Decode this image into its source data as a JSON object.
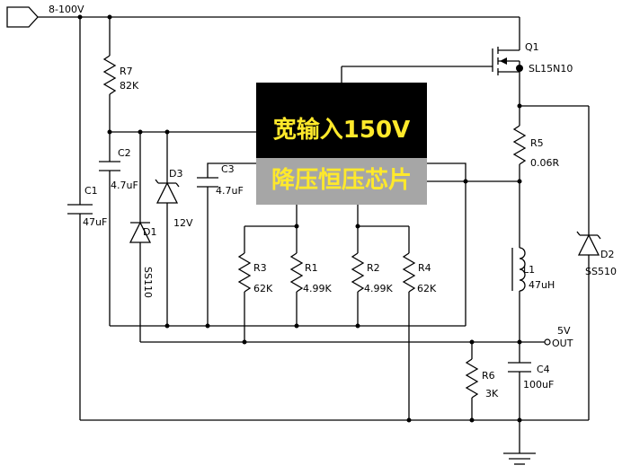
{
  "input": {
    "label": "8-100V"
  },
  "output": {
    "voltage": "5V",
    "label": "OUT"
  },
  "chip": {
    "line1": "宽输入150V",
    "line2": "降压恒压芯片"
  },
  "components": {
    "q1": {
      "name": "Q1",
      "part": "SL15N10"
    },
    "r7": {
      "name": "R7",
      "value": "82K"
    },
    "c2": {
      "name": "C2",
      "value": "4.7uF"
    },
    "c1": {
      "name": "C1",
      "value": "47uF"
    },
    "d3": {
      "name": "D3",
      "value": "12V"
    },
    "c3": {
      "name": "C3",
      "value": "4.7uF"
    },
    "d1": {
      "name": "D1",
      "value": "SS110"
    },
    "r3": {
      "name": "R3",
      "value": "62K"
    },
    "r1": {
      "name": "R1",
      "value": "4.99K"
    },
    "r2": {
      "name": "R2",
      "value": "4.99K"
    },
    "r4": {
      "name": "R4",
      "value": "62K"
    },
    "r5": {
      "name": "R5",
      "value": "0.06R"
    },
    "l1": {
      "name": "L1",
      "value": "47uH"
    },
    "d2": {
      "name": "D2",
      "value": "SS510"
    },
    "r6": {
      "name": "R6",
      "value": "3K"
    },
    "c4": {
      "name": "C4",
      "value": "100uF"
    }
  }
}
